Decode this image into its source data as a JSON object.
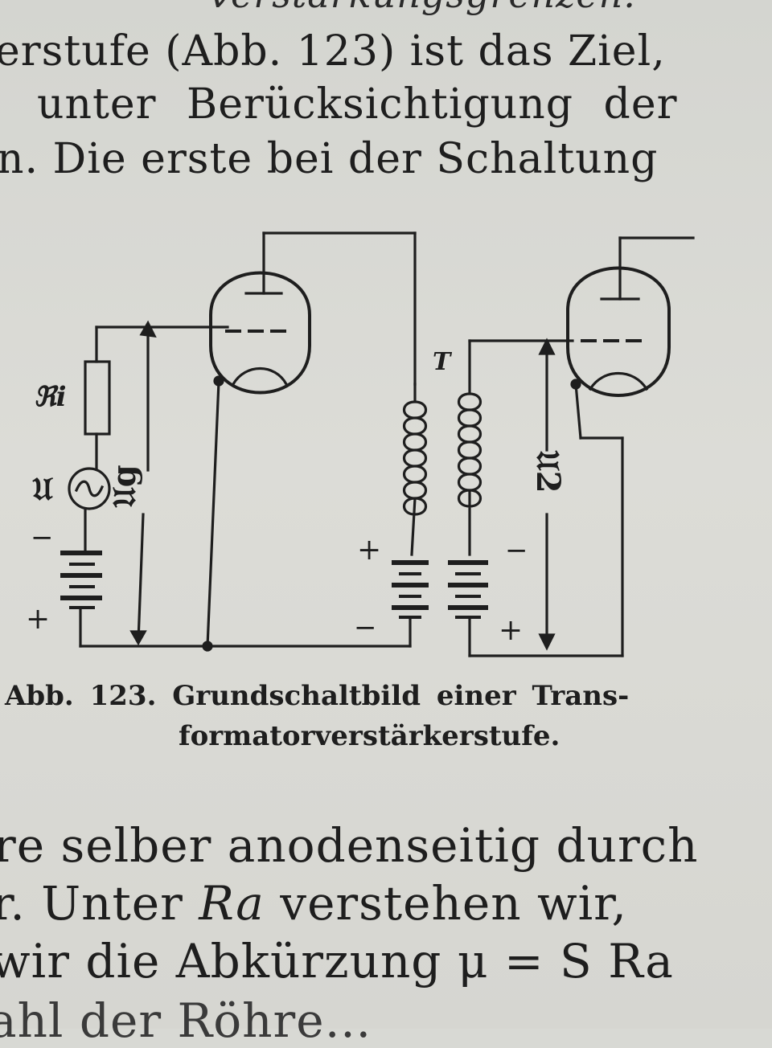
{
  "text_above": {
    "line_0": "verstärkungsgrenzen.",
    "line_1": "erstufe (Abb. 123) ist das Ziel,",
    "line_2": "unter Berücksichtigung der",
    "line_3": "n. Die erste bei der Schaltung"
  },
  "figure": {
    "labels": {
      "resistor": "ℜi",
      "source": "𝔘",
      "grid_voltage": "𝔘g",
      "secondary_voltage": "𝔘2",
      "transformer": "T",
      "plus": "+",
      "minus": "−"
    },
    "caption_line_1": "Abb. 123.  Grundschaltbild einer Trans-",
    "caption_line_2": "formatorverstärkerstufe."
  },
  "text_below": {
    "line_1": "re selber anodenseitig durch",
    "line_2_a": "r.  Unter ",
    "line_2_sym": "Ra",
    "line_2_b": " verstehen wir,",
    "line_3": "wir die Abkürzung μ = S Ra",
    "line_4": "ahl der Röhre…"
  }
}
